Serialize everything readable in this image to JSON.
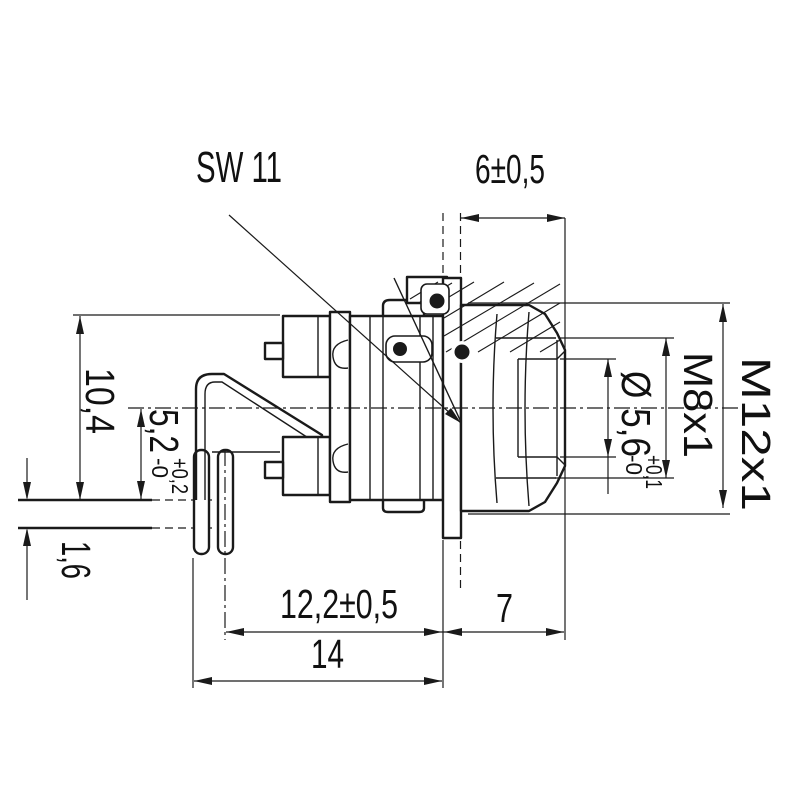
{
  "drawing": {
    "title_hint": "panel-mount right-angle connector, dimensioned section view",
    "background": "#ffffff",
    "line_color": "#1a1a1a",
    "labels": {
      "wrench_size": "SW 11",
      "front_length": "6±0,5",
      "height_total": "10,4",
      "height_axis": "5,2",
      "height_axis_tol_plus": "+0,2",
      "height_axis_tol_minus": "-0",
      "pcb_thickness": "1,6",
      "pin_to_panel": "12,2±0,5",
      "body_length": "14",
      "panel_to_front": "7",
      "bore_dia": "Ø 5,6",
      "bore_tol_plus": "+0,1",
      "bore_tol_minus": "-0",
      "front_thread": "M8x1",
      "mount_thread": "M12x1"
    }
  }
}
